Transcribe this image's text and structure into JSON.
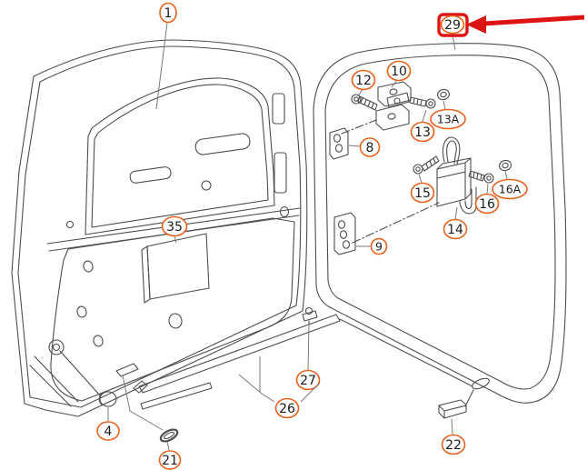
{
  "diagram": {
    "type": "exploded-parts-diagram",
    "subject": "front door assembly with seal, hinge, door check and trim parts",
    "background_color": "#ffffff",
    "line_color": "#4d4d4d",
    "callout_outline_color": "#e8601a",
    "highlight_color": "#dc1414",
    "highlighted_part": "29"
  },
  "callouts": [
    {
      "label": "1"
    },
    {
      "label": "29",
      "highlighted": true
    },
    {
      "label": "12"
    },
    {
      "label": "10"
    },
    {
      "label": "13"
    },
    {
      "label": "13A"
    },
    {
      "label": "8"
    },
    {
      "label": "15"
    },
    {
      "label": "16"
    },
    {
      "label": "16A"
    },
    {
      "label": "14"
    },
    {
      "label": "9"
    },
    {
      "label": "35"
    },
    {
      "label": "27"
    },
    {
      "label": "26"
    },
    {
      "label": "4"
    },
    {
      "label": "21"
    },
    {
      "label": "22"
    }
  ]
}
